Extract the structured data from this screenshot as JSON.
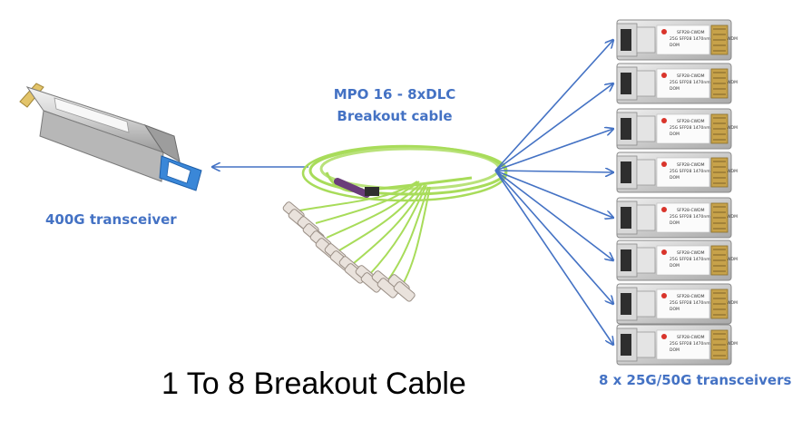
{
  "labels": {
    "cable_line1": "MPO 16 - 8xDLC",
    "cable_line2": "Breakout cable",
    "left_transceiver": "400G transceiver",
    "right_transceivers": "8 x 25G/50G transceivers",
    "title": "1 To 8 Breakout Cable"
  },
  "sfp_label_lines": [
    "SFP28-CWDM",
    "25G SFP28 1470nm 10KM CWDM",
    "DOM"
  ],
  "colors": {
    "arrow": "#4472c4",
    "label_blue": "#4472c4",
    "fiber": "#a8dc5a",
    "fiber_boot": "#b9e27a",
    "mpo_connector": "#6a3d7a",
    "lc_connector": "#e9e2dc",
    "qsfp_tab": "#3a87d8"
  },
  "sfp_count": 8
}
